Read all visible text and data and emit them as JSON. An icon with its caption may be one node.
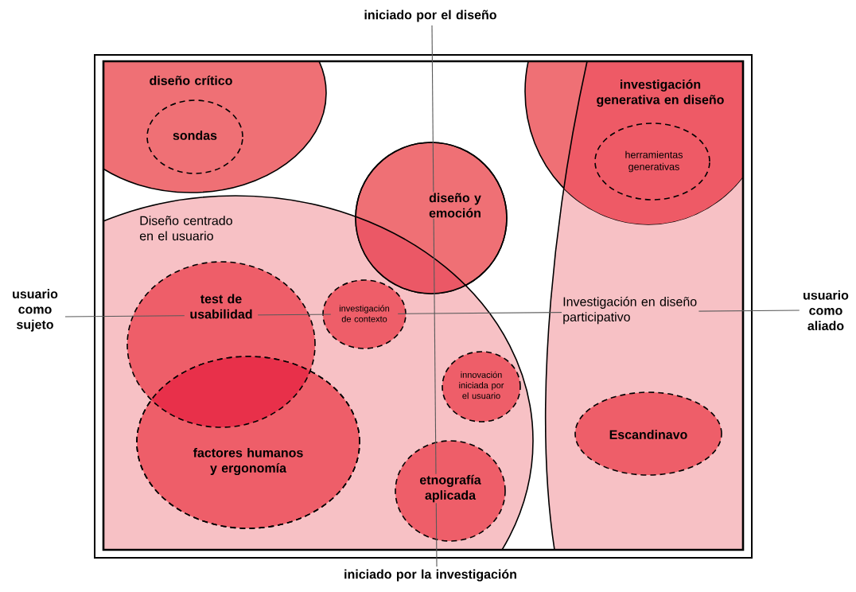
{
  "diagram": {
    "nodes": [
      {
        "text": [
          "diseño crítico"
        ]
      },
      {
        "text": [
          "sondas"
        ],
        "in": 0
      },
      {
        "text": [
          "investigación generativa en diseño"
        ]
      },
      {
        "text": [
          "herramientas generativas"
        ],
        "in": 2
      },
      {
        "text": [
          "diseño y emoción"
        ]
      },
      {
        "text": [
          "Diseño centrado en el usuario"
        ]
      },
      {
        "text": [
          "test de usabilidad"
        ],
        "in": 5
      },
      {
        "text": [
          "investigación de contexto"
        ],
        "in": 5
      },
      {
        "text": [
          "innovación iniciada por el usuario"
        ],
        "in": 5
      },
      {
        "text": [
          "factores humanos y ergonomía"
        ],
        "in": 5
      },
      {
        "text": [
          "etnografía aplicada"
        ],
        "in": 5
      },
      {
        "text": [
          "Investigación en diseño participativo"
        ]
      },
      {
        "text": [
          "Escandinavo"
        ],
        "in": 11
      }
    ],
    "labels": [
      "iniciado por el diseño",
      "usuario como sujeto",
      "usuario como aliado",
      "iniciado por la investigación"
    ]
  }
}
